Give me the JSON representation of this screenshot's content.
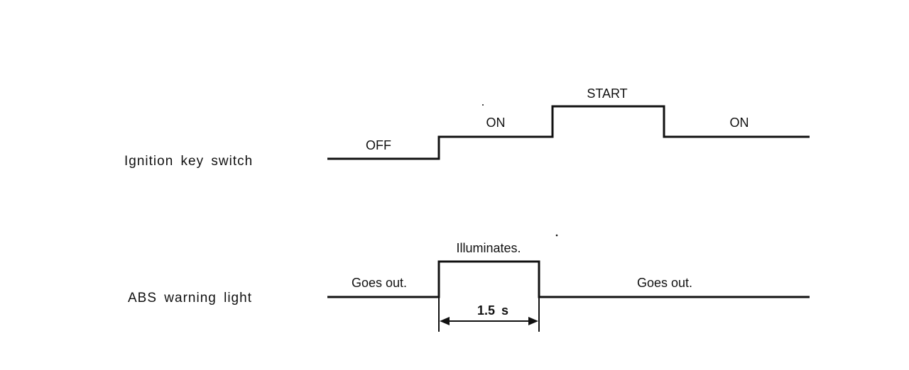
{
  "diagram": {
    "ignition": {
      "label": "Ignition key switch",
      "states": {
        "off": "OFF",
        "on_first": "ON",
        "start": "START",
        "on_second": "ON"
      }
    },
    "abs": {
      "label": "ABS warning light",
      "states": {
        "out_first": "Goes out.",
        "illuminates": "Illuminates.",
        "out_second": "Goes out."
      },
      "duration": "1.5 s"
    }
  }
}
